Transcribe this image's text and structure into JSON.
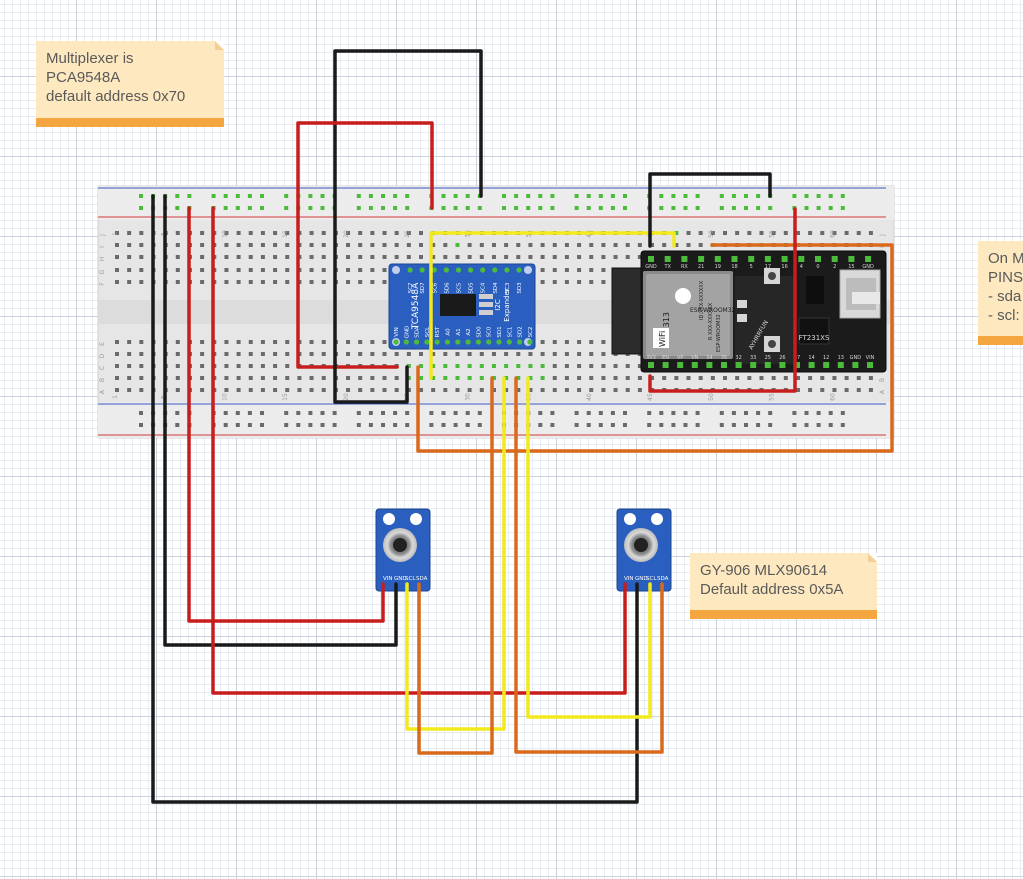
{
  "notes": {
    "multiplexer": {
      "lines": [
        "Multiplexer is",
        "PCA9548A",
        "default address 0x70"
      ]
    },
    "sensor": {
      "lines": [
        "GY-906 MLX90614",
        "Default address 0x5A"
      ]
    },
    "pins": {
      "lines": [
        "On M",
        "PINS",
        "- sda",
        "- scl:"
      ]
    }
  },
  "breadboard": {
    "column_numbers": [
      "1",
      "5",
      "10",
      "15",
      "20",
      "25",
      "30",
      "35",
      "40",
      "45",
      "50",
      "55",
      "60"
    ],
    "row_letters_top": [
      "J",
      "I",
      "H",
      "G",
      "F"
    ],
    "row_letters_bottom": [
      "E",
      "D",
      "C",
      "B",
      "A"
    ]
  },
  "multiplexer": {
    "chip_text": "TCA9548A",
    "subtitle_lines": [
      "I2C",
      "Expander"
    ],
    "top_pins": [
      "SC7",
      "SD7",
      "SC6",
      "SD6",
      "SC5",
      "SD5",
      "SC4",
      "SD4",
      "SC3",
      "SD3"
    ],
    "bottom_pins": [
      "VIN",
      "GND",
      "SDA",
      "SCL",
      "RST",
      "A0",
      "A1",
      "A2",
      "SD0",
      "SC0",
      "SD1",
      "SC1",
      "SD2",
      "SC2"
    ]
  },
  "esp32": {
    "shield_lines": [
      "ESP-WROOM32",
      "ID:XXX-XXXXXX",
      "R XXX-XXXXXX",
      "ESP-WROOM32"
    ],
    "ce_text": "CE1313",
    "wifi_text": "WiFi",
    "brand_text": "AYHRRFUN",
    "usb_chip_text": "FT231XS",
    "top_pins": [
      "GND",
      "TX",
      "RX",
      "21",
      "19",
      "18",
      "5",
      "17",
      "16",
      "4",
      "0",
      "2",
      "15",
      "GND"
    ],
    "bottom_pins": [
      "3V3",
      "EN",
      "VP",
      "VN",
      "34",
      "35",
      "32",
      "33",
      "25",
      "26",
      "27",
      "14",
      "12",
      "13",
      "GND",
      "VIN"
    ]
  },
  "sensors": [
    {
      "pins": [
        "VIN",
        "GND",
        "SCL",
        "SDA"
      ]
    },
    {
      "pins": [
        "VIN",
        "GND",
        "SCL",
        "SDA"
      ]
    }
  ],
  "colors": {
    "wire_red": "#c81d1d",
    "wire_black": "#1a1a1a",
    "wire_yellow": "#f2ea1d",
    "wire_orange": "#d9691b",
    "board_blue": "#2a5fbf",
    "esp_board": "#1b1b1b",
    "breadboard": "#e7e7e7",
    "hole_active": "#4cbb3c",
    "note_bg": "#fde8bf",
    "note_bar": "#f4a640"
  }
}
